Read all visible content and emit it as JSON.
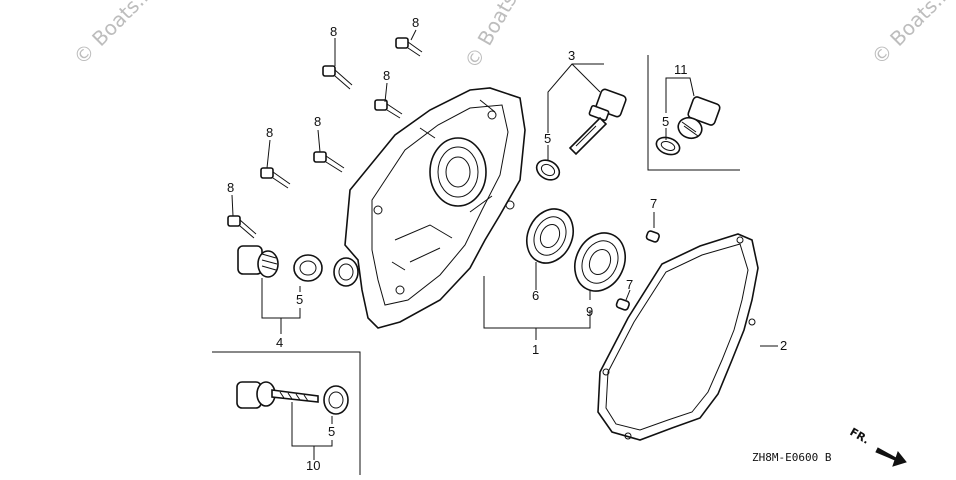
{
  "watermark": {
    "text": "© Boats.net"
  },
  "diagram_code": "ZH8M-E0600 B",
  "front_indicator": "FR.",
  "callouts": {
    "c1": "1",
    "c2": "2",
    "c3": "3",
    "c4": "4",
    "c5a": "5",
    "c5b": "5",
    "c5c": "5",
    "c5d": "5",
    "c6": "6",
    "c7a": "7",
    "c7b": "7",
    "c8a": "8",
    "c8b": "8",
    "c8c": "8",
    "c8d": "8",
    "c8e": "8",
    "c8f": "8",
    "c9": "9",
    "c10": "10",
    "c11": "11"
  }
}
